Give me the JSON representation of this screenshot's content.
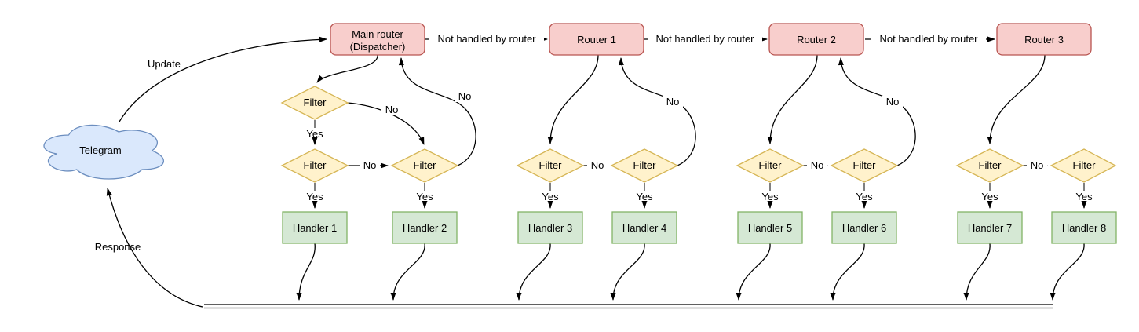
{
  "nodes": {
    "telegram": "Telegram",
    "dispatcher_line1": "Main router",
    "dispatcher_line2": "(Dispatcher)",
    "routers": [
      "Router 1",
      "Router 2",
      "Router 3"
    ],
    "filter": "Filter",
    "handlers": [
      "Handler 1",
      "Handler 2",
      "Handler 3",
      "Handler 4",
      "Handler 5",
      "Handler 6",
      "Handler 7",
      "Handler 8"
    ]
  },
  "edges": {
    "update": "Update",
    "response": "Response",
    "not_handled": "Not handled by router",
    "yes": "Yes",
    "no": "No"
  },
  "colors": {
    "router_fill": "#f8cecc",
    "router_stroke": "#b85450",
    "filter_fill": "#fff2cc",
    "filter_stroke": "#d6b656",
    "handler_fill": "#d5e8d4",
    "handler_stroke": "#82b366",
    "cloud_fill": "#dae8fc",
    "cloud_stroke": "#6c8ebf",
    "edge_stroke": "#000000",
    "yes_stub_stroke": "#808080"
  }
}
